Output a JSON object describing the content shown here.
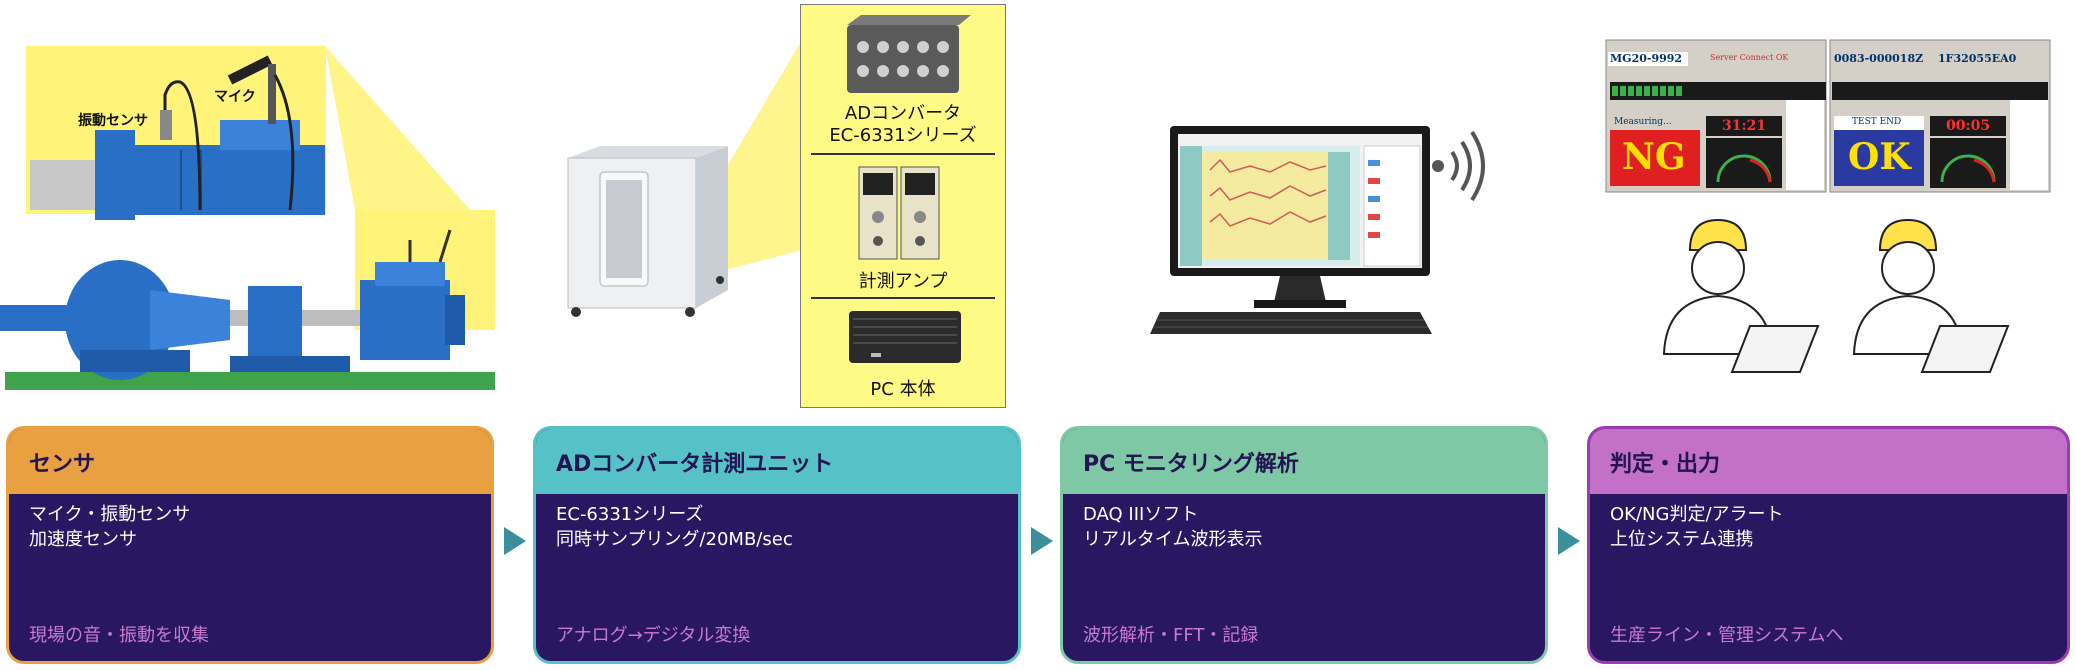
{
  "illustrations": {
    "sensor": {
      "vibration_label": "振動センサ",
      "mic_label": "マイク"
    },
    "adunit": {
      "item1_line1": "ADコンバータ",
      "item1_line2": "EC-6331シリーズ",
      "item2": "計測アンプ",
      "item3": "PC 本体"
    },
    "judge": {
      "screen1": {
        "id1": "MG20-9992",
        "status": "Server Connect OK",
        "measuring": "Measuring...",
        "timer": "31:21",
        "result": "NG"
      },
      "screen2": {
        "id1": "0083-000018Z",
        "id2": "1F32055EA0",
        "state": "TEST END",
        "timer": "00:05",
        "result": "OK"
      }
    }
  },
  "flow": {
    "cards": [
      {
        "title": "センサ",
        "lines": [
          "マイク・振動センサ",
          "加速度センサ"
        ],
        "footer": "現場の音・振動を収集",
        "head_color": "#e8a040",
        "border_color": "#e8a040",
        "footer_color": "#c87ad0"
      },
      {
        "title": "ADコンバータ計測ユニット",
        "lines": [
          "EC-6331シリーズ",
          "同時サンプリング/20MB/sec"
        ],
        "footer": "アナログ→デジタル変換",
        "head_color": "#56c1c6",
        "border_color": "#56c1c6",
        "footer_color": "#c87ad0"
      },
      {
        "title": "PC モニタリング解析",
        "lines": [
          "DAQ IIIソフト",
          "リアルタイム波形表示"
        ],
        "footer": "波形解析・FFT・記録",
        "head_color": "#7ec8a6",
        "border_color": "#7ec8a6",
        "footer_color": "#c87ad0"
      },
      {
        "title": "判定・出力",
        "lines": [
          "OK/NG判定/アラート",
          "上位システム連携"
        ],
        "footer": "生産ライン・管理システムへ",
        "head_color": "#c370c8",
        "border_color": "#9b3cb5",
        "footer_color": "#c87ad0"
      }
    ],
    "arrow_color": "#3a8f9a"
  }
}
